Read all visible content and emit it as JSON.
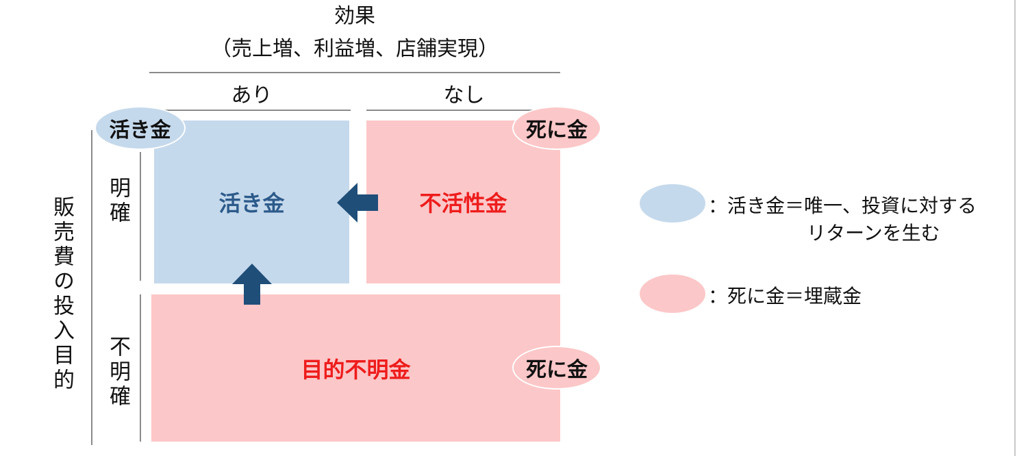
{
  "top_axis": {
    "title": "効果",
    "subtitle": "（売上増、利益増、店舗実現）",
    "col_yes": "あり",
    "col_no": "なし"
  },
  "left_axis": {
    "title": "販売費の投入目的",
    "row_clear": "明確",
    "row_unclear": "不明確"
  },
  "cells": {
    "live_money": "活き金",
    "inactive_money": "不活性金",
    "unknown_purpose_money": "目的不明金"
  },
  "badges": {
    "live": "活き金",
    "dead_top": "死に金",
    "dead_bottom": "死に金"
  },
  "legend": {
    "live_line1": "：活き金＝唯一、投資に対する",
    "live_line2": "リターンを生む",
    "dead_line1": "：死に金＝埋蔵金"
  },
  "colors": {
    "blue_fill": "#c5d9ec",
    "pink_fill": "#fcc7c8",
    "blue_text": "#2c5a8a",
    "red_text": "#ee1c1c",
    "arrow": "#1f4e79"
  }
}
